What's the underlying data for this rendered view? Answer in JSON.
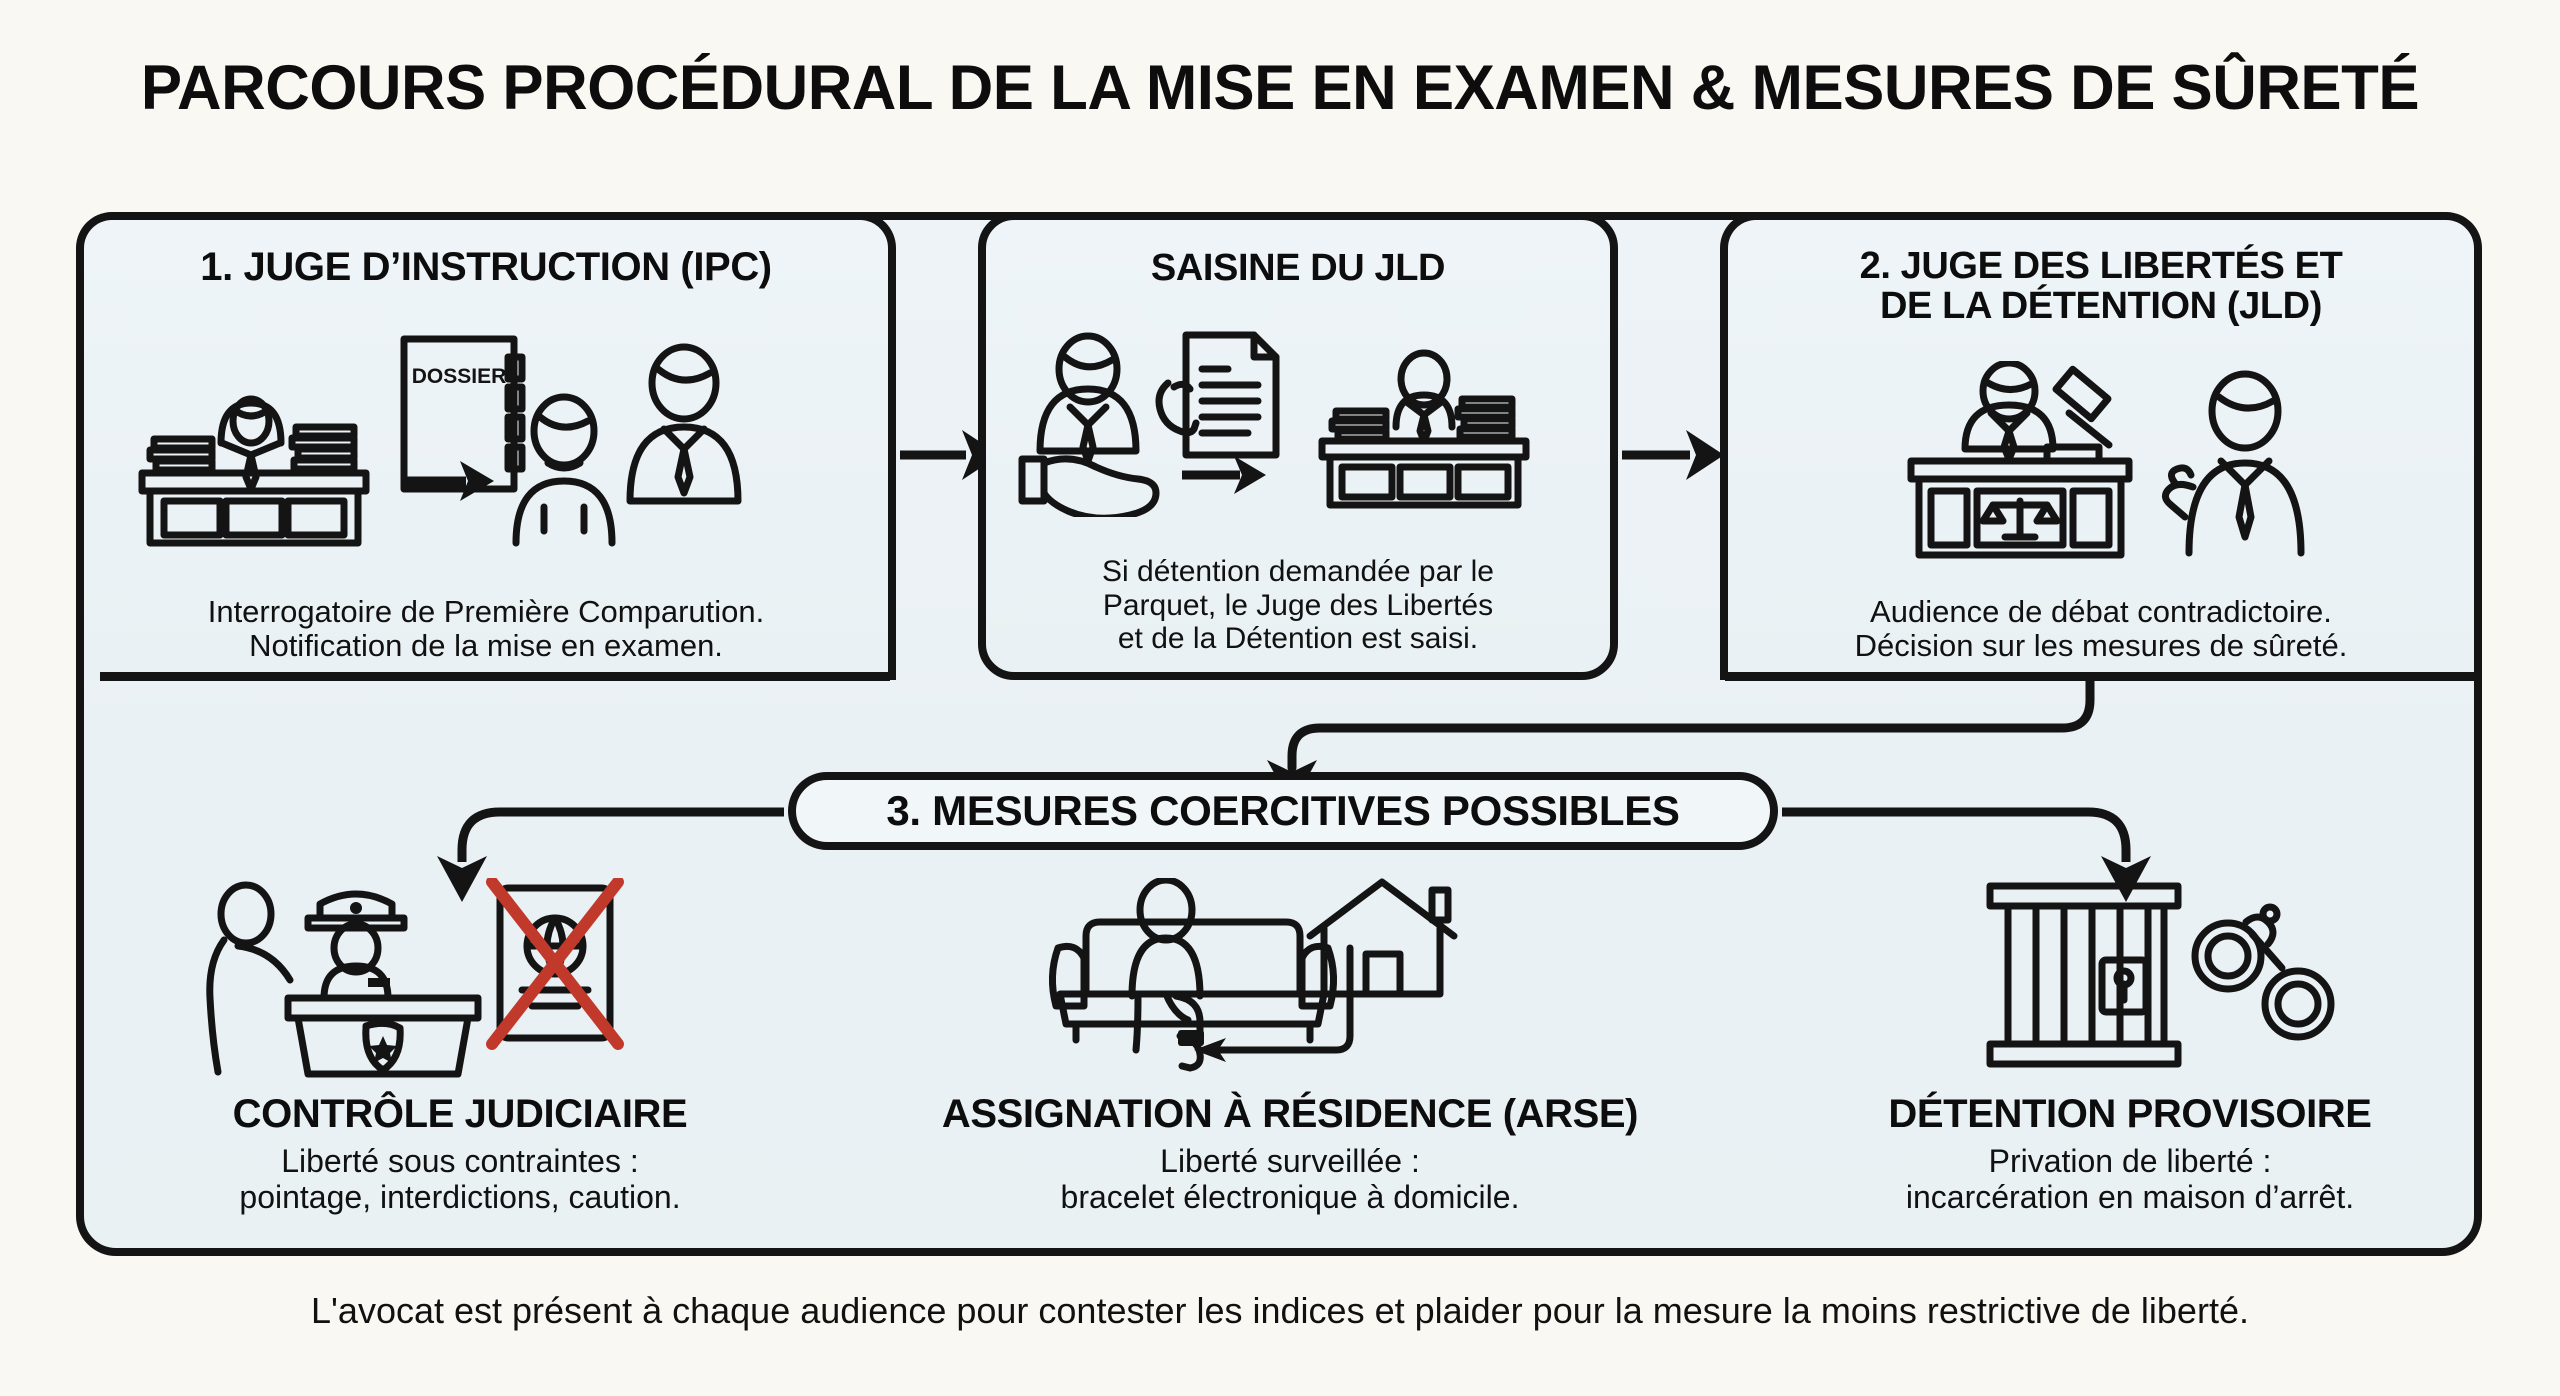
{
  "title": "PARCOURS PROCÉDURAL DE LA MISE EN EXAMEN & MESURES DE SÛRETÉ",
  "colors": {
    "page_background": "#faf8f2",
    "panel_background": "#eaf1f5",
    "stroke": "#141414",
    "text": "#111111",
    "cross_out_red": "#c0392b"
  },
  "stages": [
    {
      "id": "ipc",
      "title": "1. JUGE D’INSTRUCTION (IPC)",
      "caption": "Interrogatoire de Première Comparution.\nNotification de la mise en examen.",
      "icons": [
        "judge-bench-icon",
        "dossier-folder-icon",
        "arrow-right-icon",
        "defendant-icon",
        "lawyer-icon"
      ],
      "dossier_label": "DOSSIER"
    },
    {
      "id": "saisine",
      "title": "SAISINE DU JLD",
      "caption": "Si détention demandée par le\nParquet, le Juge des Libertés\net de la Détention est saisi.",
      "icons": [
        "prosecutor-icon",
        "open-hand-icon",
        "document-request-icon",
        "arrow-right-icon",
        "judge-bench-icon"
      ]
    },
    {
      "id": "jld",
      "title": "2. JUGE DES LIBERTÉS ET\nDE LA DÉTENTION (JLD)",
      "caption": "Audience de débat contradictoire.\nDécision sur les mesures de sûreté.",
      "icons": [
        "judge-with-gavel-icon",
        "scales-of-justice-icon",
        "lawyer-pleading-icon"
      ]
    }
  ],
  "pill": {
    "label": "3. MESURES COERCITIVES POSSIBLES"
  },
  "measures": [
    {
      "id": "controle-judiciaire",
      "title": "CONTRÔLE JUDICIAIRE",
      "description": "Liberté sous contraintes :\npointage, interdictions, caution.",
      "icons": [
        "person-reporting-icon",
        "police-officer-desk-icon",
        "passport-crossed-out-icon"
      ]
    },
    {
      "id": "arse",
      "title": "ASSIGNATION À RÉSIDENCE (ARSE)",
      "description": "Liberté surveillée :\nbracelet électronique à domicile.",
      "icons": [
        "person-on-sofa-icon",
        "ankle-bracelet-icon",
        "house-icon"
      ]
    },
    {
      "id": "detention-provisoire",
      "title": "DÉTENTION PROVISOIRE",
      "description": "Privation de liberté :\nincarcération en maison d’arrêt.",
      "icons": [
        "prison-bars-icon",
        "handcuffs-icon"
      ]
    }
  ],
  "connectors": [
    {
      "id": "ipc-to-saisine",
      "kind": "arrow-right"
    },
    {
      "id": "saisine-to-jld",
      "kind": "arrow-right"
    },
    {
      "id": "jld-to-pill",
      "kind": "elbow-down-arrow"
    },
    {
      "id": "pill-to-controle",
      "kind": "elbow-down-arrow-left"
    },
    {
      "id": "pill-to-detention",
      "kind": "elbow-down-arrow-right"
    }
  ],
  "footer": "L'avocat est présent à chaque audience pour contester les indices et plaider pour la mesure la moins restrictive de liberté."
}
